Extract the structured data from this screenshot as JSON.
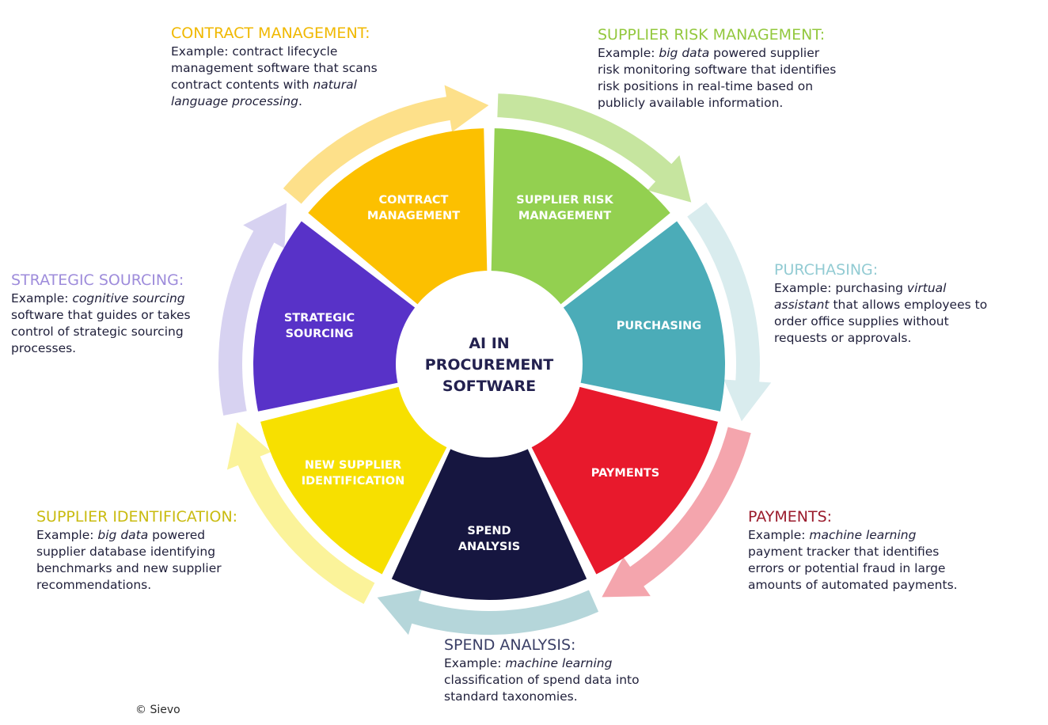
{
  "center": {
    "lines": [
      "AI IN",
      "PROCUREMENT",
      "SOFTWARE"
    ]
  },
  "segments": [
    {
      "key": "contract",
      "lines": [
        "CONTRACT",
        "MANAGEMENT"
      ],
      "color": "#fcc000",
      "arrow_color": "#fde08a"
    },
    {
      "key": "supplier_risk",
      "lines": [
        "SUPPLIER RISK",
        "MANAGEMENT"
      ],
      "color": "#93d050",
      "arrow_color": "#c6e59f"
    },
    {
      "key": "purchasing",
      "lines": [
        "PURCHASING"
      ],
      "color": "#4bacb8",
      "arrow_color": "#d9ecee"
    },
    {
      "key": "payments",
      "lines": [
        "PAYMENTS"
      ],
      "color": "#e8192c",
      "arrow_color": "#f4a5ad"
    },
    {
      "key": "spend",
      "lines": [
        "SPEND",
        "ANALYSIS"
      ],
      "color": "#161640",
      "arrow_color": "#b5d6da"
    },
    {
      "key": "new_supplier",
      "lines": [
        "NEW SUPPLIER",
        "IDENTIFICATION"
      ],
      "color": "#f7e000",
      "arrow_color": "#fbf39a"
    },
    {
      "key": "strategic",
      "lines": [
        "STRATEGIC",
        "SOURCING"
      ],
      "color": "#5832c8",
      "arrow_color": "#d7d2f1"
    }
  ],
  "callouts": {
    "contract": {
      "heading": "CONTRACT MANAGEMENT:",
      "color": "#f0b800",
      "lines": [
        [
          "Example: contract lifecycle"
        ],
        [
          "management software that scans"
        ],
        [
          "contract contents with ",
          {
            "i": "natural"
          }
        ],
        [
          {
            "i": "language processing"
          },
          "."
        ]
      ]
    },
    "supplier_risk": {
      "heading": "SUPPLIER RISK MANAGEMENT:",
      "color": "#93c83e",
      "lines": [
        [
          "Example: ",
          {
            "i": "big data"
          },
          " powered supplier"
        ],
        [
          "risk monitoring  software that identifies"
        ],
        [
          "risk positions in real-time based on"
        ],
        [
          "publicly available information."
        ]
      ]
    },
    "purchasing": {
      "heading": "PURCHASING:",
      "color": "#92cbd3",
      "lines": [
        [
          "Example: purchasing ",
          {
            "i": "virtual"
          }
        ],
        [
          {
            "i": "assistant"
          },
          " that allows employees to"
        ],
        [
          "order office supplies without"
        ],
        [
          "requests or approvals."
        ]
      ]
    },
    "payments": {
      "heading": "PAYMENTS:",
      "color": "#9b1b2c",
      "lines": [
        [
          "Example: ",
          {
            "i": "machine learning"
          }
        ],
        [
          "payment tracker that identifies"
        ],
        [
          "errors or potential fraud in large"
        ],
        [
          "amounts of automated payments."
        ]
      ]
    },
    "spend": {
      "heading": "SPEND ANALYSIS:",
      "color": "#3a3f66",
      "lines": [
        [
          "Example: ",
          {
            "i": "machine learning"
          }
        ],
        [
          "classification of spend data into"
        ],
        [
          "standard taxonomies."
        ]
      ]
    },
    "supplier_identification": {
      "heading": "SUPPLIER IDENTIFICATION:",
      "color": "#c9bb10",
      "lines": [
        [
          "Example: ",
          {
            "i": "big data"
          },
          " powered"
        ],
        [
          "supplier database identifying"
        ],
        [
          "benchmarks and new supplier"
        ],
        [
          "recommendations."
        ]
      ]
    },
    "strategic": {
      "heading": "STRATEGIC SOURCING:",
      "color": "#9e8cdb",
      "lines": [
        [
          "Example: ",
          {
            "i": "cognitive sourcing"
          }
        ],
        [
          "software that guides or takes"
        ],
        [
          "control of strategic sourcing"
        ],
        [
          "processes."
        ]
      ]
    }
  },
  "copyright": "© Sievo"
}
